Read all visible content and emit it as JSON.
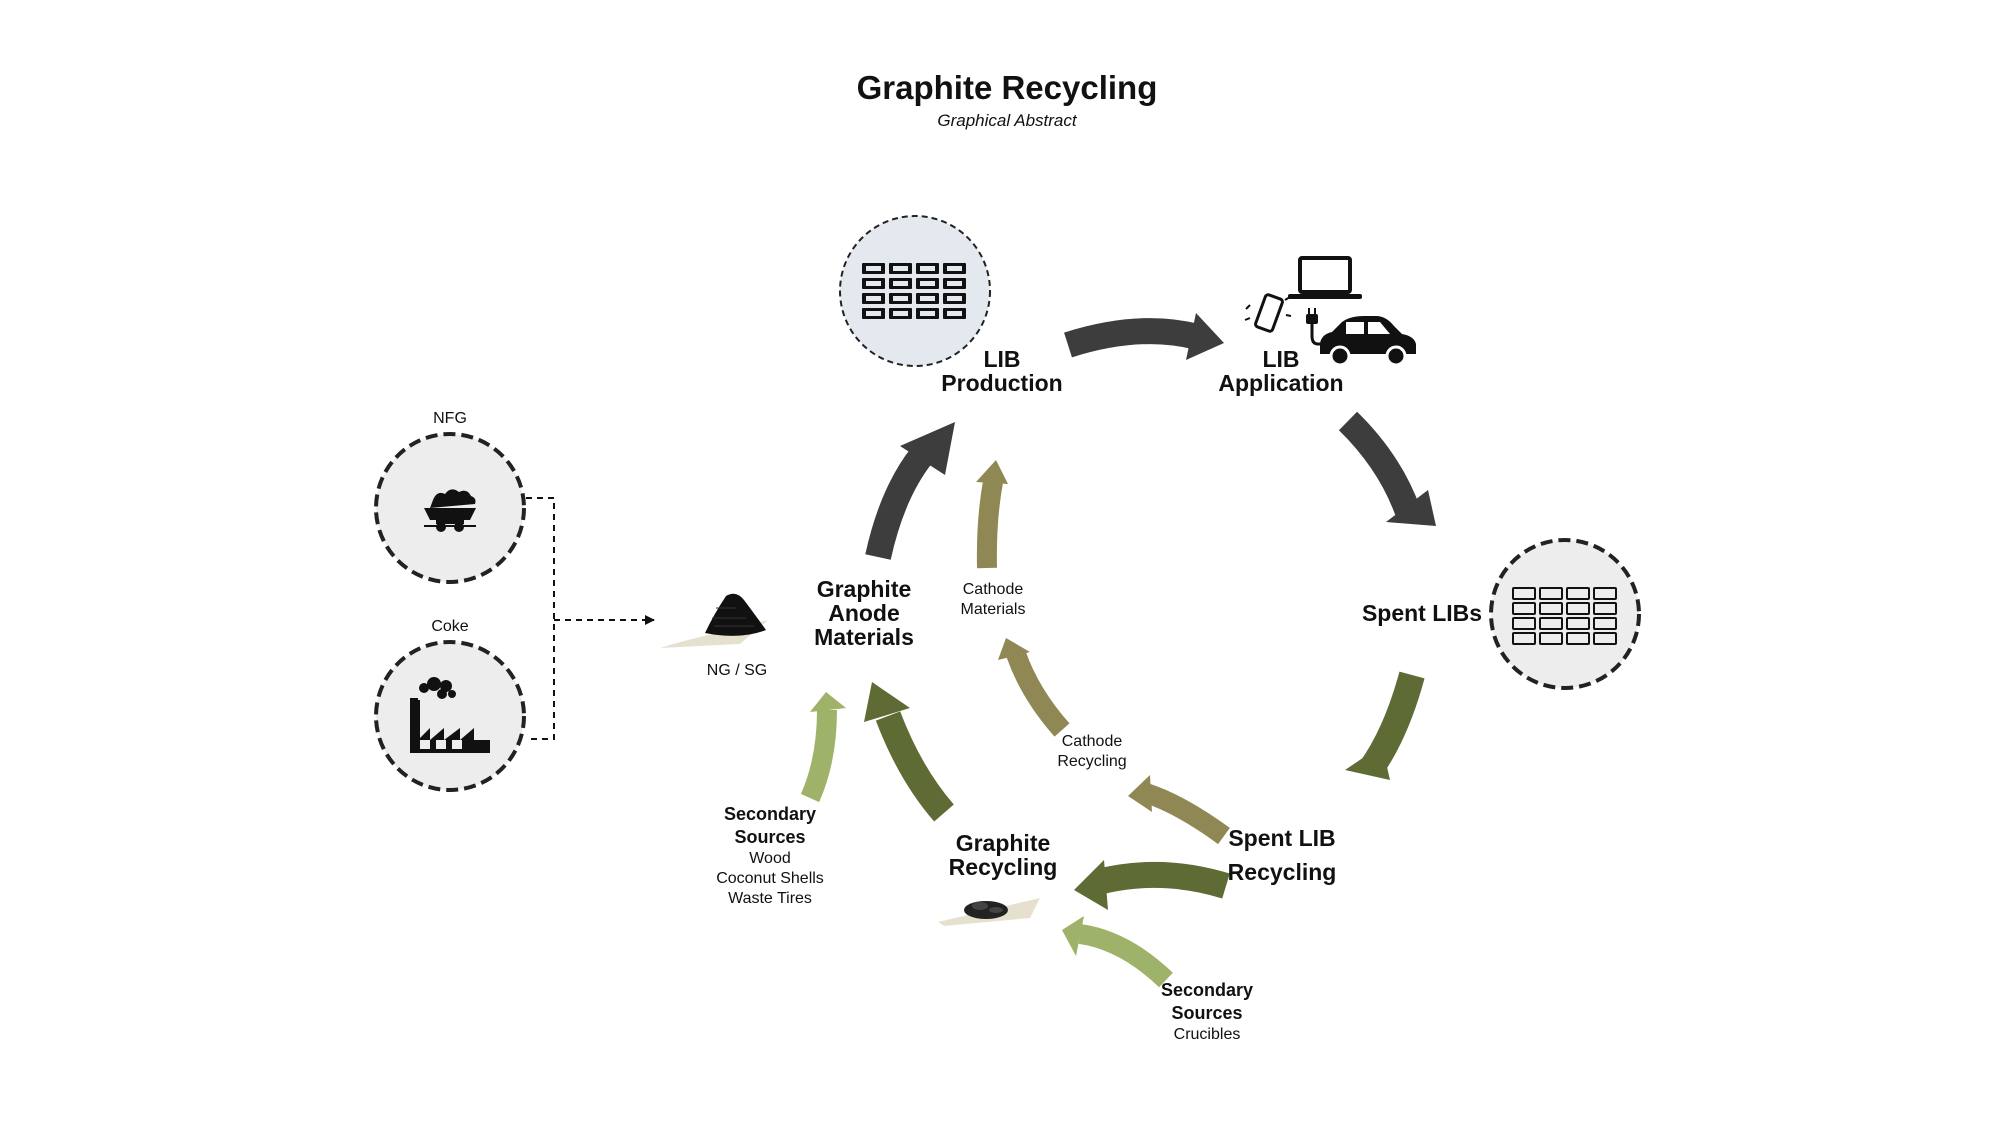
{
  "title": "Graphite Recycling",
  "subtitle": "Graphical Abstract",
  "nodes": {
    "lib_production": [
      "LIB",
      "Production"
    ],
    "lib_application": [
      "LIB",
      "Application"
    ],
    "spent_libs": "Spent LIBs",
    "spent_lib_recycling": [
      "Spent LIB",
      "Recycling"
    ],
    "graphite_recycling": [
      "Graphite",
      "Recycling"
    ],
    "graphite_anode": [
      "Graphite",
      "Anode",
      "Materials"
    ]
  },
  "labels": {
    "cathode_materials": [
      "Cathode",
      "Materials"
    ],
    "cathode_recycling": [
      "Cathode",
      "Recycling"
    ],
    "ng_sg": "NG / SG",
    "nfg": "NFG",
    "coke": "Coke",
    "secondary_left": {
      "heading": [
        "Secondary",
        "Sources"
      ],
      "items": [
        "Wood",
        "Coconut Shells",
        "Waste Tires"
      ]
    },
    "secondary_bottom": {
      "heading": [
        "Secondary",
        "Sources"
      ],
      "items": [
        "Crucibles"
      ]
    }
  },
  "colors": {
    "dark_gray": "#3d3d3d",
    "olive_dark": "#5e6b34",
    "olive_tan": "#8f8855",
    "olive_light": "#9fb26a",
    "circle_blue": "#e3e9ee",
    "circle_gray": "#ededed"
  },
  "icons": [
    "battery-pack-icon",
    "laptop-icon",
    "phone-icon",
    "electric-car-icon",
    "coal-cart-icon",
    "factory-icon",
    "graphite-pile-icon"
  ]
}
